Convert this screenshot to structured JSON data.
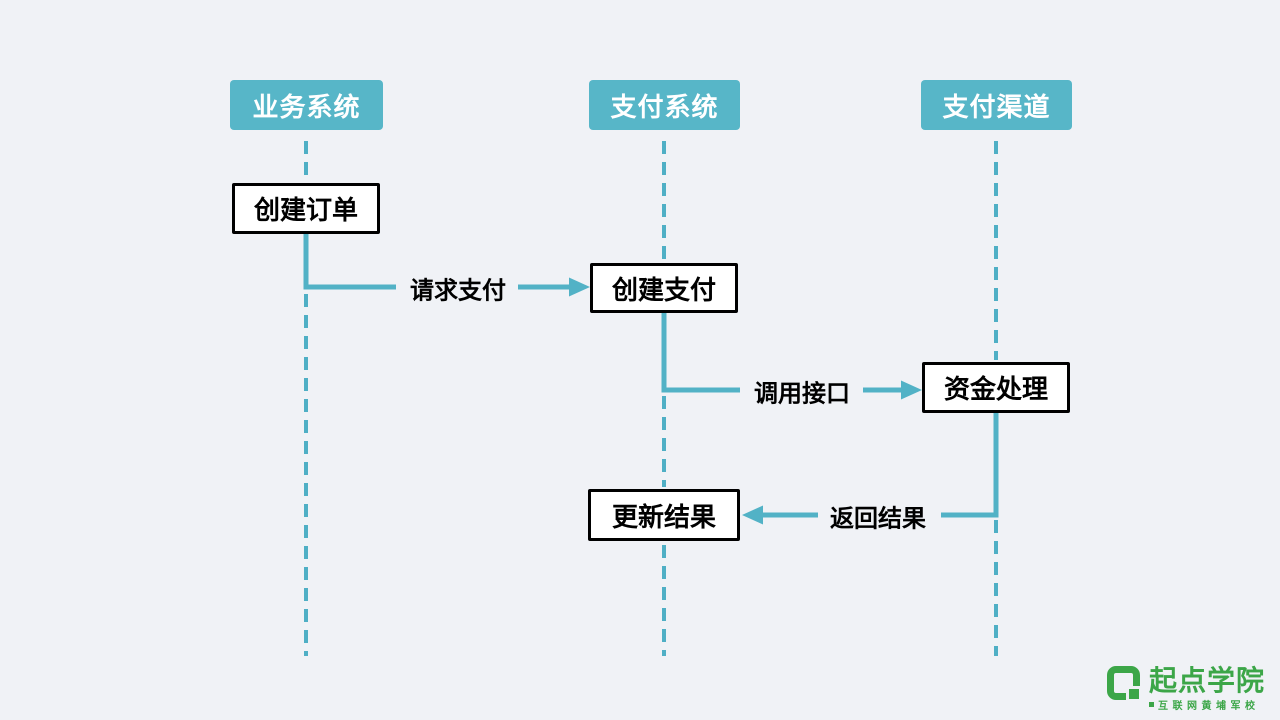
{
  "colors": {
    "background": "#F0F2F6",
    "accent_teal_fill": "#57B6C8",
    "accent_teal_line": "#52B2C6",
    "box_border": "#000000",
    "box_fill": "#FFFFFF",
    "logo_green": "#3CA648"
  },
  "diagram": {
    "actors": [
      {
        "label": "业务系统"
      },
      {
        "label": "支付系统"
      },
      {
        "label": "支付渠道"
      }
    ],
    "steps": [
      {
        "label": "创建订单"
      },
      {
        "label": "创建支付"
      },
      {
        "label": "资金处理"
      },
      {
        "label": "更新结果"
      }
    ],
    "messages": [
      {
        "label": "请求支付",
        "from": "业务系统",
        "to": "支付系统",
        "direction": "right"
      },
      {
        "label": "调用接口",
        "from": "支付系统",
        "to": "支付渠道",
        "direction": "right"
      },
      {
        "label": "返回结果",
        "from": "支付渠道",
        "to": "支付系统",
        "direction": "left"
      }
    ]
  },
  "logo": {
    "name": "起点学院",
    "tagline": "互联网黄埔军校"
  }
}
